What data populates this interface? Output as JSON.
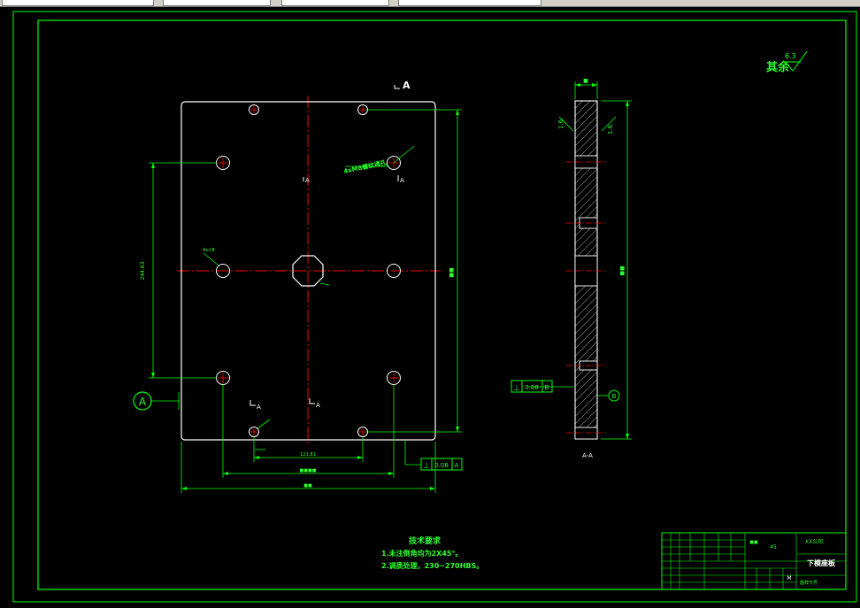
{
  "window": {
    "toolbar_fields": 4
  },
  "drawing": {
    "colors": {
      "frame": "#00ff00",
      "part_outline": "#ffffff",
      "center_line": "#ff0000",
      "dimension": "#00ff00",
      "hatch": "#ffffff",
      "background": "#000000"
    },
    "roughness": {
      "label": "其余",
      "value": "6.3"
    },
    "section_marks": {
      "top": "A",
      "left_mid": "A",
      "right_mid": "A",
      "bottom_left": "A",
      "bottom_mid": "A",
      "section_view": "A-A"
    },
    "datum": {
      "label": "A"
    },
    "front_view": {
      "callout_thread": "4xM8螺纹通孔",
      "callout_hole": "4x∅8",
      "dim_vertical_holes": "244.83",
      "dim_bottom_inner": "121.81",
      "dim_bottom_outer": "■■■■",
      "dim_overall_width": "■■",
      "dim_overall_height": "■■",
      "tolerance": {
        "symbol": "⊥",
        "value": "0.08",
        "datum": "A"
      }
    },
    "side_view": {
      "dim_thickness": "■",
      "dim_height": "■■",
      "chamfer_left": "1.6",
      "chamfer_right": "1.6",
      "tolerance": {
        "symbol": "⊥",
        "value": "0.08",
        "datum": "B"
      },
      "datum_label": "B"
    },
    "notes": {
      "title": "技术要求",
      "items": [
        "1.未注倒角均为2X45°。",
        "2.调质处理，230~270HBS。"
      ]
    },
    "title_block": {
      "company": "XX公司",
      "part_name": "下模座板",
      "material": "45",
      "scale_label": "■■",
      "sheet": "M",
      "code_label": "图样代号"
    }
  }
}
